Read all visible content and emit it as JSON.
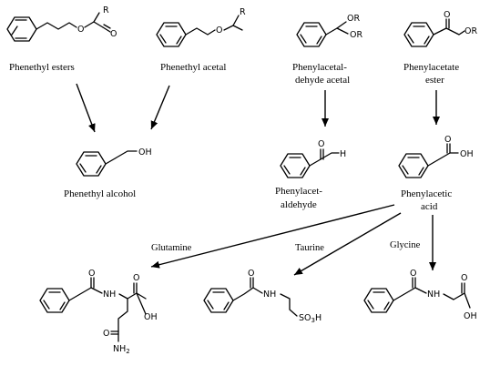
{
  "compounds": [
    {
      "id": "phenethyl-esters",
      "label_lines": [
        "Phenethyl esters"
      ]
    },
    {
      "id": "phenethyl-acetal",
      "label_lines": [
        "Phenethyl acetal"
      ]
    },
    {
      "id": "phenylacetaldehyde-acetal",
      "label_lines": [
        "Phenylacetal-",
        "dehyde acetal"
      ]
    },
    {
      "id": "phenylacetate-ester",
      "label_lines": [
        "Phenylacetate",
        "ester"
      ]
    },
    {
      "id": "phenethyl-alcohol",
      "label_lines": [
        "Phenethyl alcohol"
      ]
    },
    {
      "id": "phenylacetaldehyde",
      "label_lines": [
        "Phenylacet-",
        "aldehyde"
      ]
    },
    {
      "id": "phenylacetic-acid",
      "label_lines": [
        "Phenylacetic",
        "acid"
      ]
    }
  ],
  "reagents": {
    "glutamine": "Glutamine",
    "taurine": "Taurine",
    "glycine": "Glycine"
  },
  "atoms": {
    "R": "R",
    "O": "O",
    "OR": "OR",
    "OH": "OH",
    "H": "H",
    "NH": "NH",
    "NH2_main": "NH",
    "NH2_sub": "2",
    "SO3H_1": "SO",
    "SO3H_2": "3",
    "SO3H_3": "H"
  },
  "colors": {
    "ink": "#000000",
    "background": "#ffffff"
  }
}
